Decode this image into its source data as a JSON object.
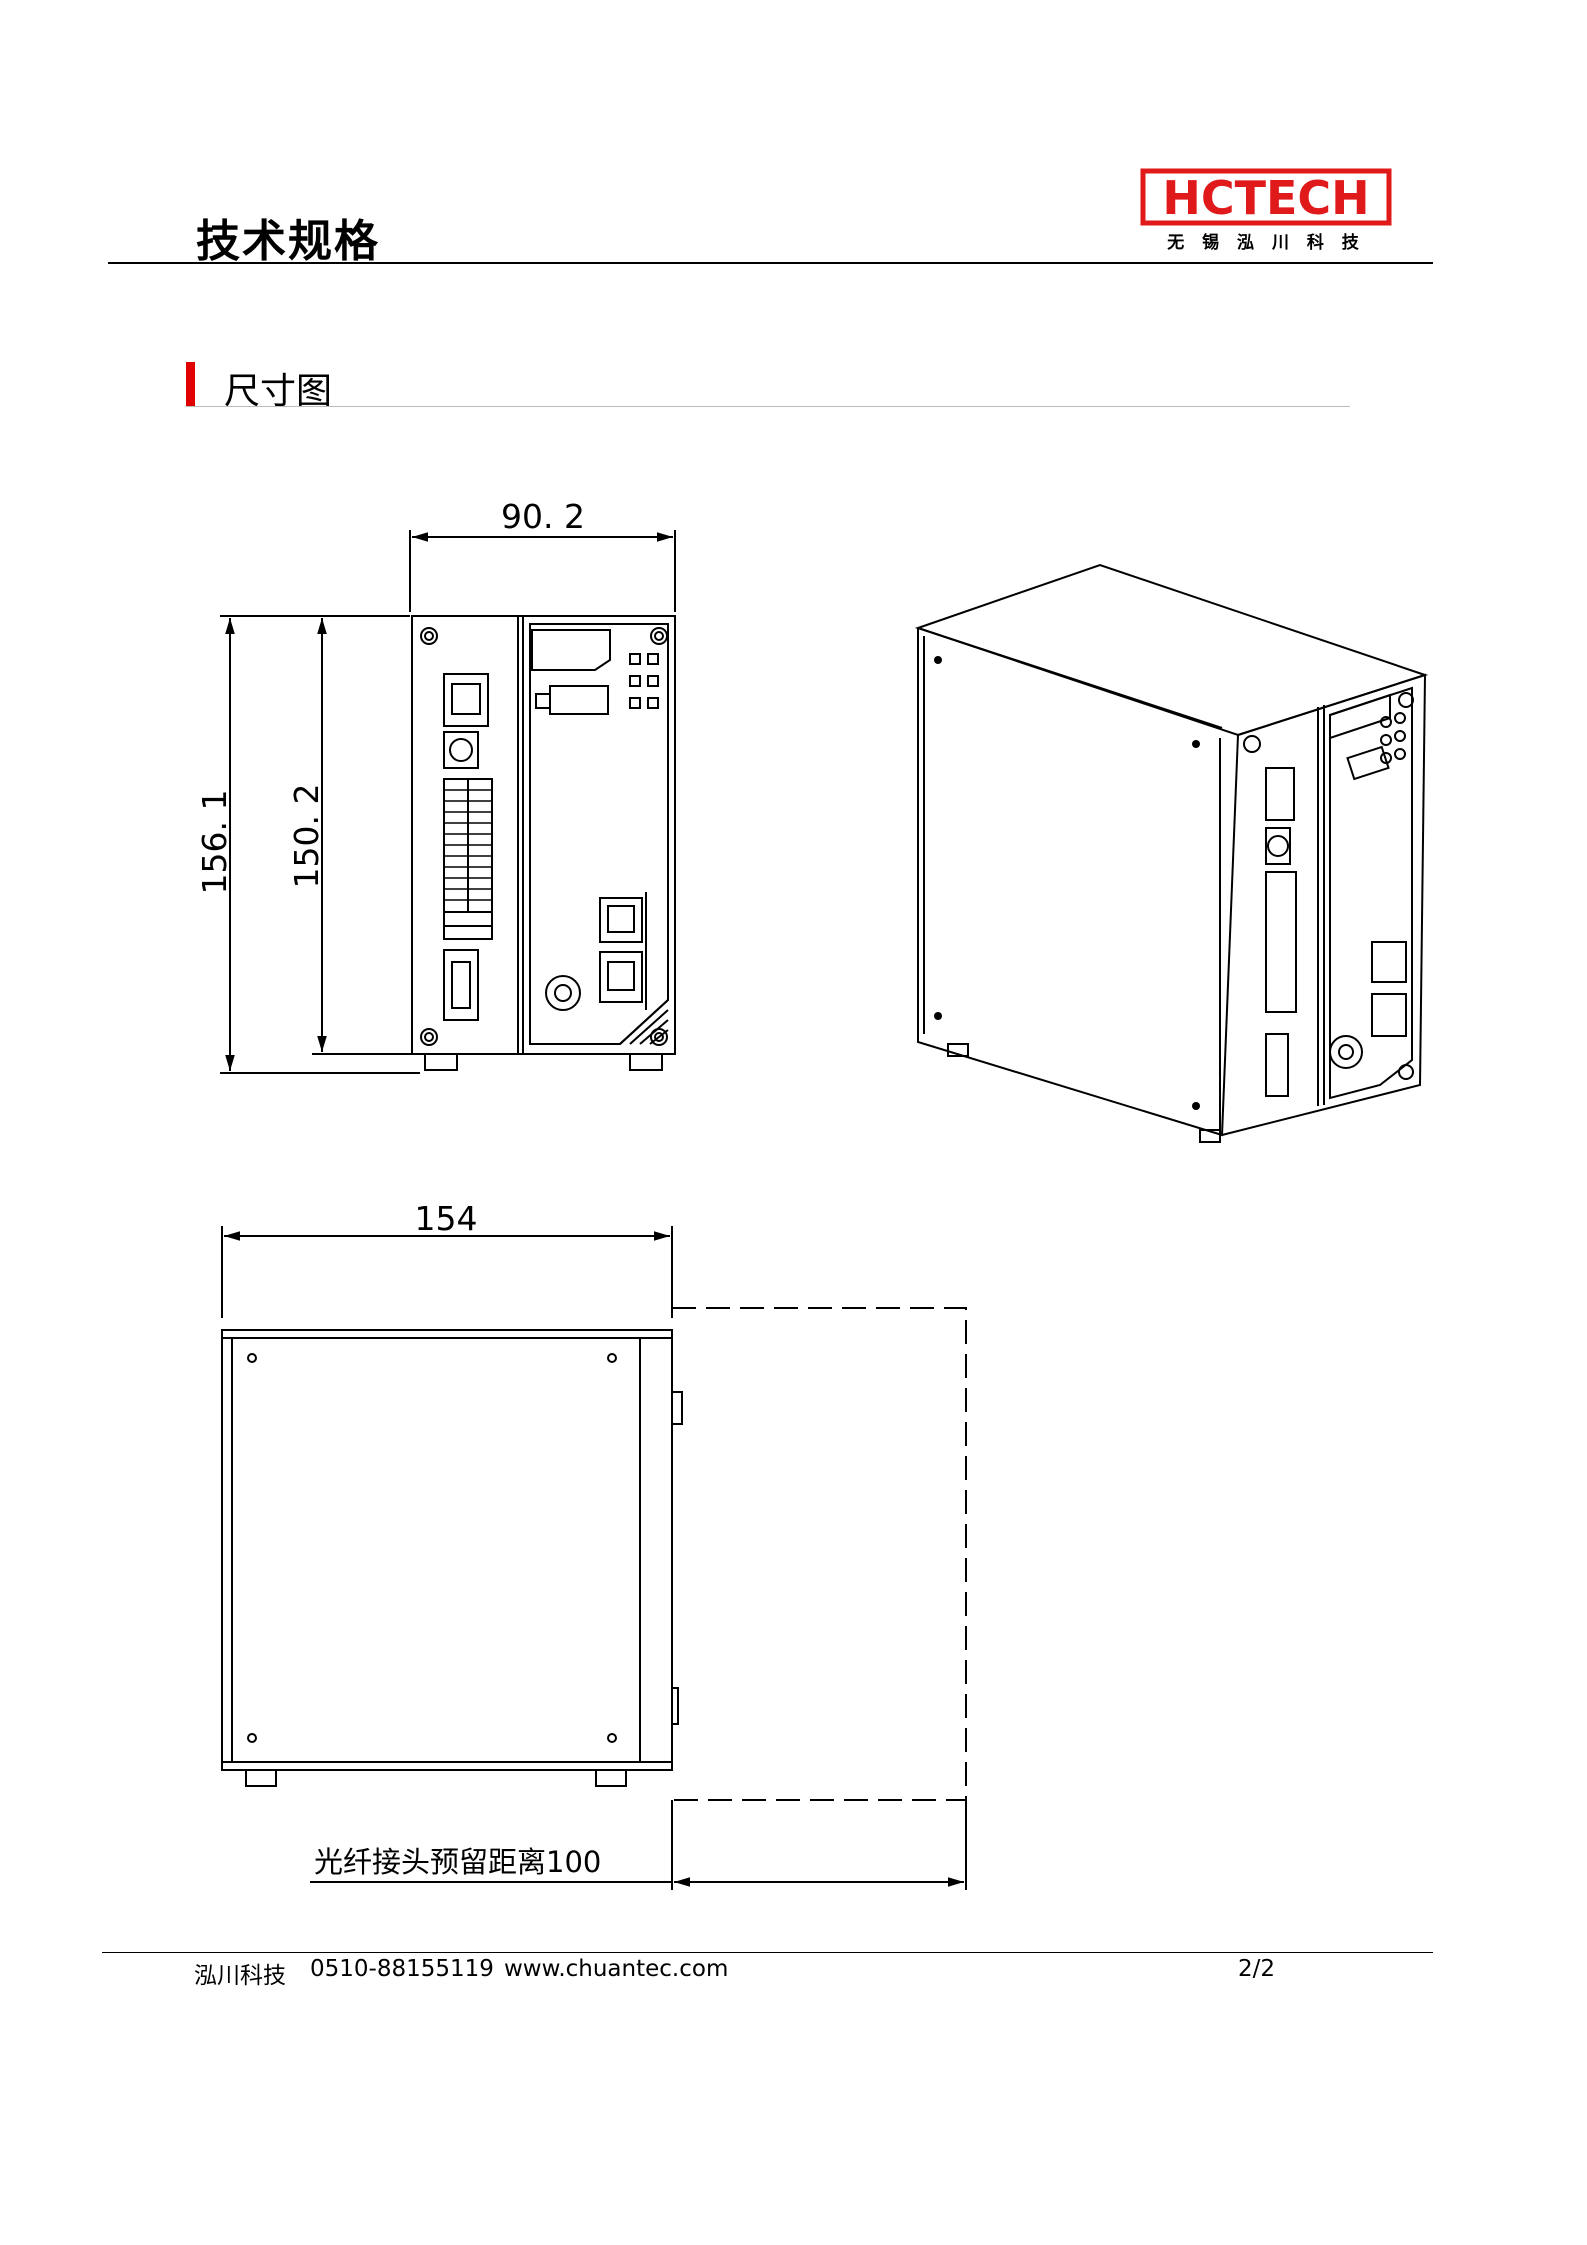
{
  "header": {
    "title": "技术规格",
    "logo_text": "HCTECH",
    "logo_subtitle": "无 锡 泓 川 科 技",
    "logo_color": "#e01a1a"
  },
  "section": {
    "title": "尺寸图",
    "bar_color": "#e00000"
  },
  "dimensions": {
    "front_width": "90. 2",
    "front_height_total": "156. 1",
    "front_height_body": "150. 2",
    "side_width": "154",
    "fiber_clearance_note": "光纤接头预留距离100"
  },
  "footer": {
    "company": "泓川科技",
    "phone": "0510-88155119",
    "website": "www.chuantec.com",
    "page": "2/2"
  }
}
